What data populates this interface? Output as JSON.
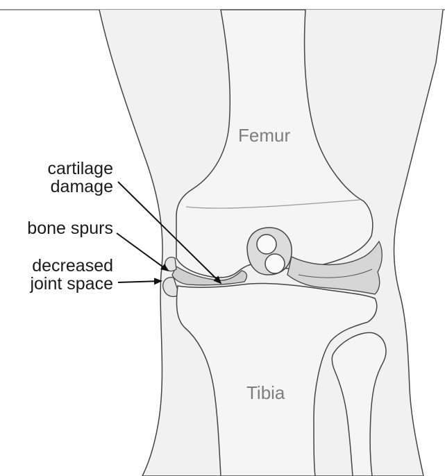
{
  "labels": {
    "femur": "Femur",
    "tibia": "Tibia",
    "cartilage_damage": [
      "cartilage",
      "damage"
    ],
    "bone_spurs": "bone spurs",
    "decreased_joint_space": [
      "decreased",
      "joint space"
    ]
  }
}
